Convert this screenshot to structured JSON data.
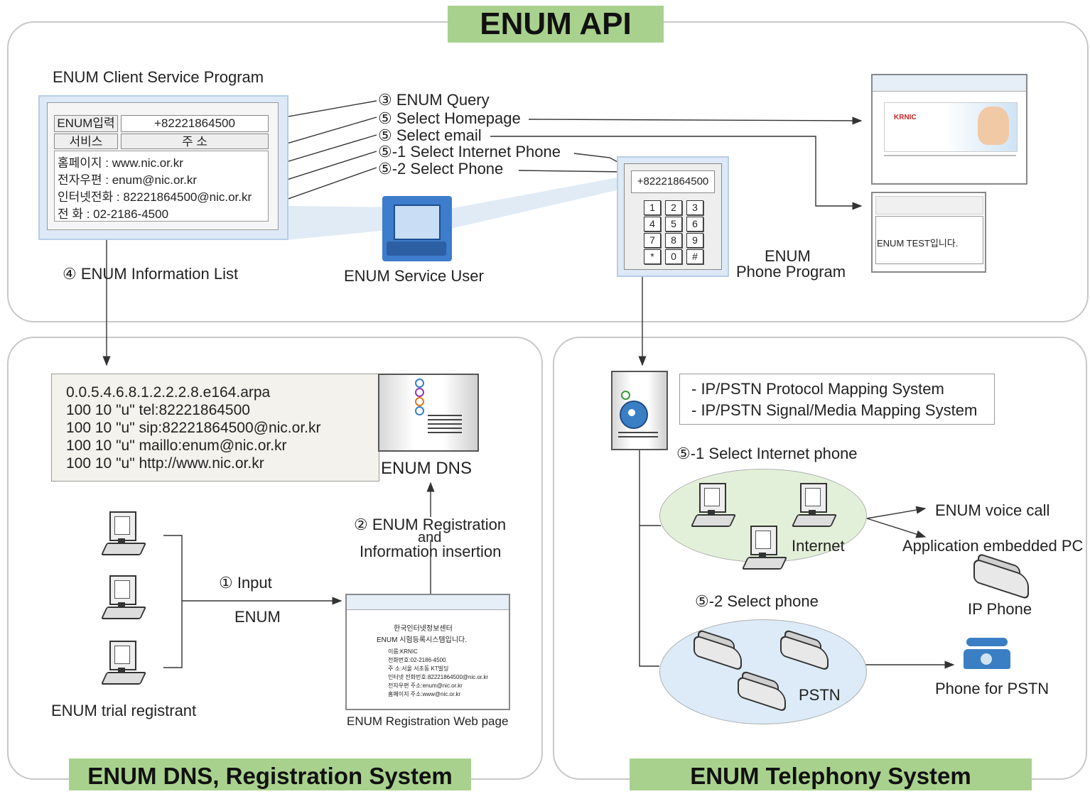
{
  "titles": {
    "main": "ENUM API",
    "dns_system": "ENUM DNS, Registration System",
    "telephony_system": "ENUM Telephony System"
  },
  "client": {
    "heading": "ENUM Client Service Program",
    "input_label": "ENUM입력",
    "input_value": "+82221864500",
    "col_service": "서비스",
    "col_address": "주 소",
    "rows": [
      "홈페이지 : www.nic.or.kr",
      "전자우편 : enum@nic.or.kr",
      "인터넷전화 : 82221864500@nic.or.kr",
      "전      화 : 02-2186-4500"
    ]
  },
  "steps": {
    "query": "③ ENUM Query",
    "homepage": "⑤ Select Homepage",
    "email": "⑤ Select email",
    "internet_phone": "⑤-1 Select Internet Phone",
    "phone": "⑤-2 Select Phone",
    "info_list": "④ ENUM Information List",
    "input": "① Input",
    "input_sub": "ENUM",
    "registration": "② ENUM Registration",
    "registration_and": "and",
    "registration_insertion": "Information insertion",
    "select_internet_phone": "⑤-1 Select Internet phone",
    "select_phone": "⑤-2 Select phone"
  },
  "service_user": "ENUM Service User",
  "phone_program": {
    "display": "+82221864500",
    "keys": [
      "1",
      "2",
      "3",
      "4",
      "5",
      "6",
      "7",
      "8",
      "9",
      "*",
      "0",
      "#"
    ],
    "label_line1": "ENUM",
    "label_line2": "Phone Program"
  },
  "email_thumb_text": "ENUM TEST입니다.",
  "homepage_thumb_text": "KRNIC",
  "dns": {
    "records": [
      "0.0.5.4.6.8.1.2.2.2.8.e164.arpa",
      "100 10  \"u\"  tel:82221864500",
      "100 10  \"u\"  sip:82221864500@nic.or.kr",
      "100 10  \"u\"  maillo:enum@nic.or.kr",
      "100 10  \"u\"  http://www.nic.or.kr"
    ],
    "server_label": "ENUM DNS",
    "dot_colors": [
      "#3a7fc4",
      "#8b3aa8",
      "#e07a1f",
      "#3a7fc4"
    ]
  },
  "registrant_label": "ENUM trial registrant",
  "reg_page": {
    "caption": "ENUM Registration Web page",
    "lines": [
      "한국인터넷정보센터",
      "ENUM 시험등록시스템입니다.",
      "이름:KRNIC",
      "전화번호:02-2186-4500",
      "주 소:서울 서초동 KT빌딩",
      "인터넷 전화번호:82221864500@nic.or.kr",
      "전자우편 주소:enum@nic.or.kr",
      "홈페이지 주소:www@nic.or.kr"
    ]
  },
  "telephony": {
    "mapping": [
      "- IP/PSTN Protocol Mapping System",
      "- IP/PSTN Signal/Media Mapping System"
    ],
    "internet": "Internet",
    "pstn": "PSTN",
    "voice_call": "ENUM voice call",
    "app_pc": "Application embedded PC",
    "ip_phone": "IP Phone",
    "phone_pstn": "Phone for PSTN",
    "internet_cloud_color": "#e3f0d9",
    "pstn_cloud_color": "#dcebf7"
  }
}
